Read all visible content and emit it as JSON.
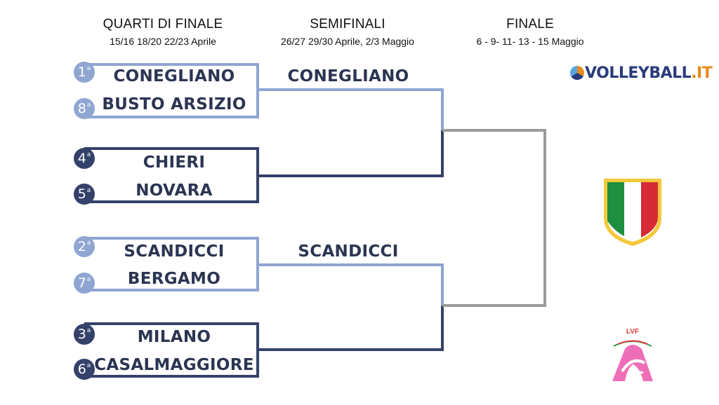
{
  "headers": {
    "quarter": {
      "title": "QUARTI DI FINALE",
      "dates": "15/16 18/20 22/23 Aprile"
    },
    "semi": {
      "title": "SEMIFINALI",
      "dates": "26/27 29/30 Aprile, 2/3 Maggio"
    },
    "final": {
      "title": "FINALE",
      "dates": "6 - 9- 11- 13 - 15 Maggio"
    }
  },
  "quarterfinals": [
    {
      "top": {
        "seed": "1",
        "team": "CONEGLIANO"
      },
      "bottom": {
        "seed": "8",
        "team": "BUSTO ARSIZIO"
      }
    },
    {
      "top": {
        "seed": "4",
        "team": "CHIERI"
      },
      "bottom": {
        "seed": "5",
        "team": "NOVARA"
      }
    },
    {
      "top": {
        "seed": "2",
        "team": "SCANDICCI"
      },
      "bottom": {
        "seed": "7",
        "team": "BERGAMO"
      }
    },
    {
      "top": {
        "seed": "3",
        "team": "MILANO"
      },
      "bottom": {
        "seed": "6",
        "team": "CASALMAGGIORE"
      }
    }
  ],
  "seed_suffix": "a",
  "semifinals": [
    {
      "winner": "CONEGLIANO"
    },
    {
      "winner": "SCANDICCI"
    }
  ],
  "logos": {
    "volleyball": {
      "main": "VOLLEYBALL",
      "suffix": ".IT"
    },
    "lvf": {
      "text": "LVF"
    }
  },
  "colors": {
    "light_blue": "#8fa5d2",
    "dark_navy": "#34416a",
    "final_gray": "#9a9a9a",
    "team_text": "#2b3552"
  }
}
